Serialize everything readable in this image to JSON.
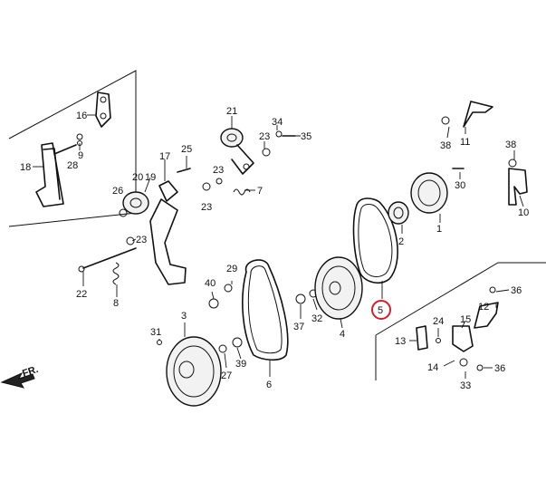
{
  "diagram": {
    "callouts": {
      "c1": "1",
      "c2": "2",
      "c3": "3",
      "c4": "4",
      "c5": "5",
      "c6": "6",
      "c7": "7",
      "c8": "8",
      "c9": "9",
      "c10": "10",
      "c11": "11",
      "c12": "12",
      "c13": "13",
      "c14": "14",
      "c15": "15",
      "c16": "16",
      "c17": "17",
      "c18": "18",
      "c19": "19",
      "c20": "20",
      "c21": "21",
      "c22": "22",
      "c23a": "23",
      "c23b": "23",
      "c23c": "23",
      "c23d": "23",
      "c24": "24",
      "c25": "25",
      "c26": "26",
      "c27": "27",
      "c28": "28",
      "c29": "29",
      "c30": "30",
      "c31": "31",
      "c32": "32",
      "c33": "33",
      "c34": "34",
      "c35": "35",
      "c36a": "36",
      "c36b": "36",
      "c37": "37",
      "c38a": "38",
      "c38b": "38",
      "c39": "39",
      "c40": "40"
    },
    "direction_label": "FR.",
    "highlight": {
      "label": "5",
      "color": "#d0202a"
    }
  }
}
